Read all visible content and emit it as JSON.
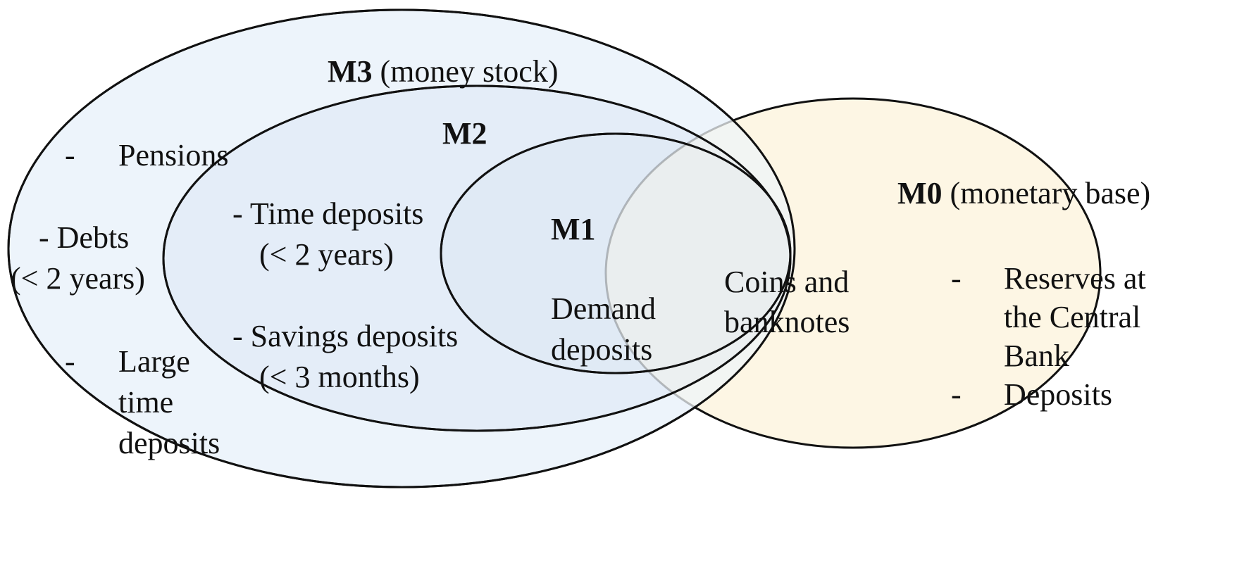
{
  "diagram": {
    "type": "nested-venn",
    "colors": {
      "m3_fill": "#EDF4FB",
      "m2_fill": "#E4EDF8",
      "m1_fill": "#E0EAF5",
      "m0_fill": "#FDF6E4",
      "stroke": "#111111"
    },
    "sets": {
      "m3": {
        "name": "M3",
        "description": "(money stock)",
        "items": {
          "pensions": {
            "bullet": "-",
            "text": "Pensions"
          },
          "debts": {
            "line1": "- Debts",
            "line2": "(< 2 years)"
          },
          "large_time": {
            "bullet": "-",
            "line1": "Large",
            "line2": "time",
            "line3": "deposits"
          }
        }
      },
      "m2": {
        "name": "M2",
        "items": {
          "time_deposits": {
            "line1": "- Time deposits",
            "line2": "(< 2 years)"
          },
          "savings_deposits": {
            "line1": "- Savings deposits",
            "line2": "(< 3 months)"
          }
        }
      },
      "m1": {
        "name": "M1",
        "items": {
          "demand_deposits": {
            "line1": "Demand",
            "line2": "deposits"
          }
        }
      },
      "m0": {
        "name": "M0",
        "description": "(monetary base)",
        "items": {
          "reserves": {
            "bullet": "-",
            "line1": "Reserves at",
            "line2": "the Central",
            "line3": "Bank"
          },
          "deposits": {
            "bullet": "-",
            "text": "Deposits"
          }
        }
      },
      "overlap": {
        "line1": "Coins and",
        "line2": "banknotes"
      }
    }
  }
}
